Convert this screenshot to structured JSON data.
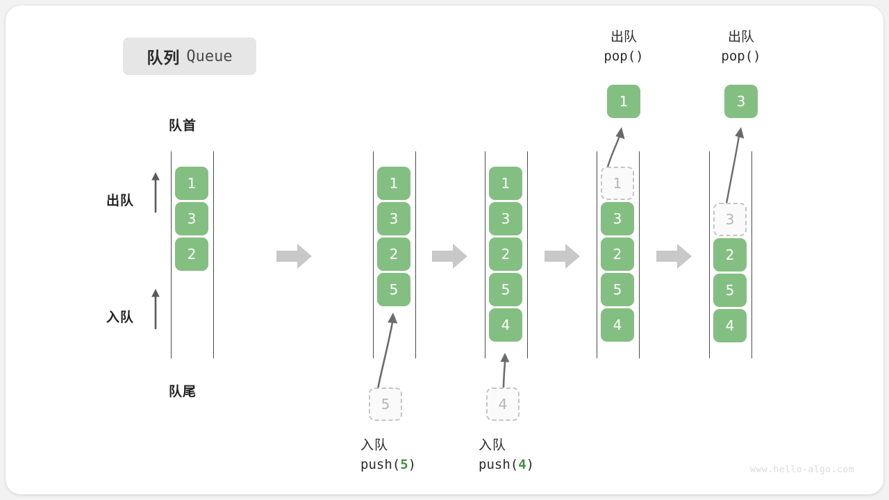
{
  "title": {
    "cn": "队列",
    "en": "Queue"
  },
  "labels": {
    "head": "队首",
    "tail": "队尾",
    "dequeue_side": "出队",
    "enqueue_side": "入队"
  },
  "colors": {
    "cell_green": "#84bf82",
    "ghost_fill": "#fafafa",
    "ghost_border": "#c4c4c4",
    "rail": "#4a4a4a",
    "arrow_gray": "#c8c8c8",
    "curve_arrow": "#6b6b6b",
    "chip_bg": "#e6e6e6",
    "accent_number": "#3f9142",
    "watermark": "#dcdcdc",
    "page_bg": "#f2f2f2",
    "card_bg": "#ffffff"
  },
  "watermark": "www.hello-algo.com",
  "steps": [
    {
      "id": "initial",
      "cells": [
        "1",
        "3",
        "2"
      ],
      "ghost_index": null,
      "caption_cn": null,
      "caption_code": null,
      "floating_cell": null,
      "top_caption_cn": null,
      "top_caption_code": null,
      "input_ghost": null
    },
    {
      "id": "push-5",
      "cells": [
        "1",
        "3",
        "2",
        "5"
      ],
      "ghost_index": null,
      "caption_cn": "入队",
      "caption_code_prefix": "push(",
      "caption_code_num": "5",
      "caption_code_suffix": ")",
      "input_ghost": "5",
      "top_caption_cn": null,
      "top_caption_code": null,
      "floating_cell": null
    },
    {
      "id": "push-4",
      "cells": [
        "1",
        "3",
        "2",
        "5",
        "4"
      ],
      "ghost_index": null,
      "caption_cn": "入队",
      "caption_code_prefix": "push(",
      "caption_code_num": "4",
      "caption_code_suffix": ")",
      "input_ghost": "4",
      "top_caption_cn": null,
      "top_caption_code": null,
      "floating_cell": null
    },
    {
      "id": "pop-1",
      "cells": [
        "1",
        "3",
        "2",
        "5",
        "4"
      ],
      "ghost_index": 0,
      "caption_cn": null,
      "caption_code": null,
      "input_ghost": null,
      "top_caption_cn": "出队",
      "top_caption_code": "pop()",
      "floating_cell": "1"
    },
    {
      "id": "pop-3",
      "cells": [
        "3",
        "2",
        "5",
        "4"
      ],
      "ghost_index": 0,
      "caption_cn": null,
      "caption_code": null,
      "input_ghost": null,
      "top_caption_cn": "出队",
      "top_caption_code": "pop()",
      "floating_cell": "3"
    }
  ],
  "flow_arrows": 4
}
